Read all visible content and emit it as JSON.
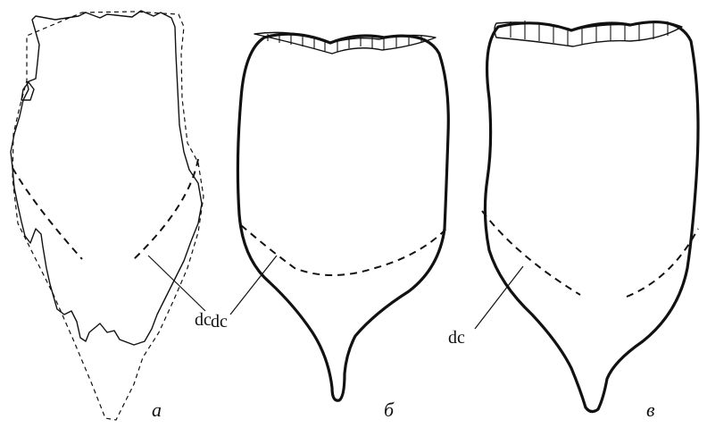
{
  "labels": {
    "dc": "dc"
  },
  "panels": [
    {
      "letter": "a"
    },
    {
      "letter": "б"
    },
    {
      "letter": "в"
    }
  ]
}
